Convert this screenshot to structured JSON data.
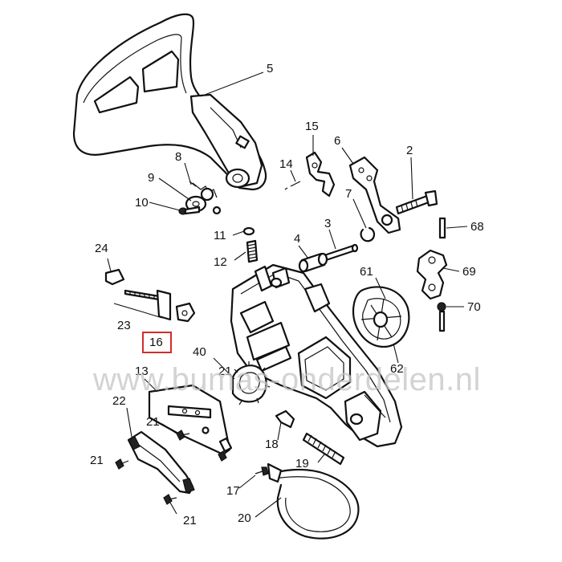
{
  "watermark": "www.bumas-onderdelen.nl",
  "highlight_color": "#d62b2b",
  "part_labels": {
    "p2": "2",
    "p3": "3",
    "p4": "4",
    "p5": "5",
    "p6": "6",
    "p7": "7",
    "p8": "8",
    "p9": "9",
    "p10": "10",
    "p11": "11",
    "p12": "12",
    "p13": "13",
    "p14": "14",
    "p15": "15",
    "p16": "16",
    "p17": "17",
    "p18": "18",
    "p19": "19",
    "p20": "20",
    "p21a": "21",
    "p21b": "21",
    "p21c": "21",
    "p21d": "21",
    "p22": "22",
    "p23": "23",
    "p24": "24",
    "p40": "40",
    "p61": "61",
    "p62": "62",
    "p68": "68",
    "p69": "69",
    "p70": "70"
  }
}
